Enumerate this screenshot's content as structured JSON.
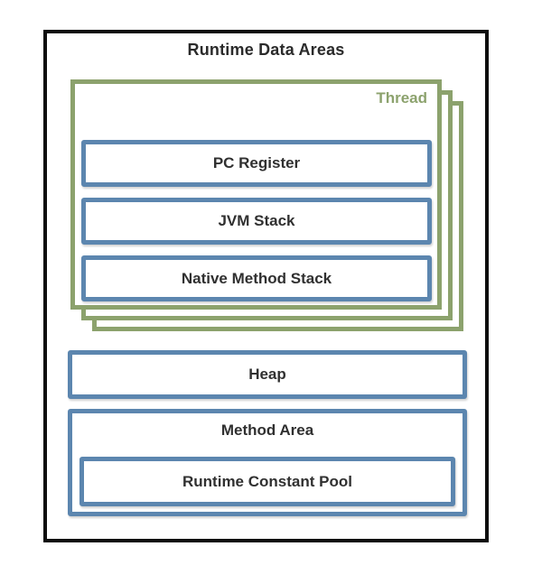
{
  "colors": {
    "background": "#ffffff",
    "outer_border": "#0d0d0d",
    "thread_border": "#8ca26d",
    "thread_label_text": "#8ca26d",
    "box_border": "#5c86af",
    "label_text": "#303030"
  },
  "diagram": {
    "title": "Runtime Data Areas",
    "thread": {
      "label": "Thread",
      "stack_layer_count": 3,
      "items": [
        "PC Register",
        "JVM Stack",
        "Native Method Stack"
      ]
    },
    "heap": {
      "label": "Heap"
    },
    "method_area": {
      "label": "Method Area",
      "children": [
        "Runtime Constant Pool"
      ]
    }
  }
}
